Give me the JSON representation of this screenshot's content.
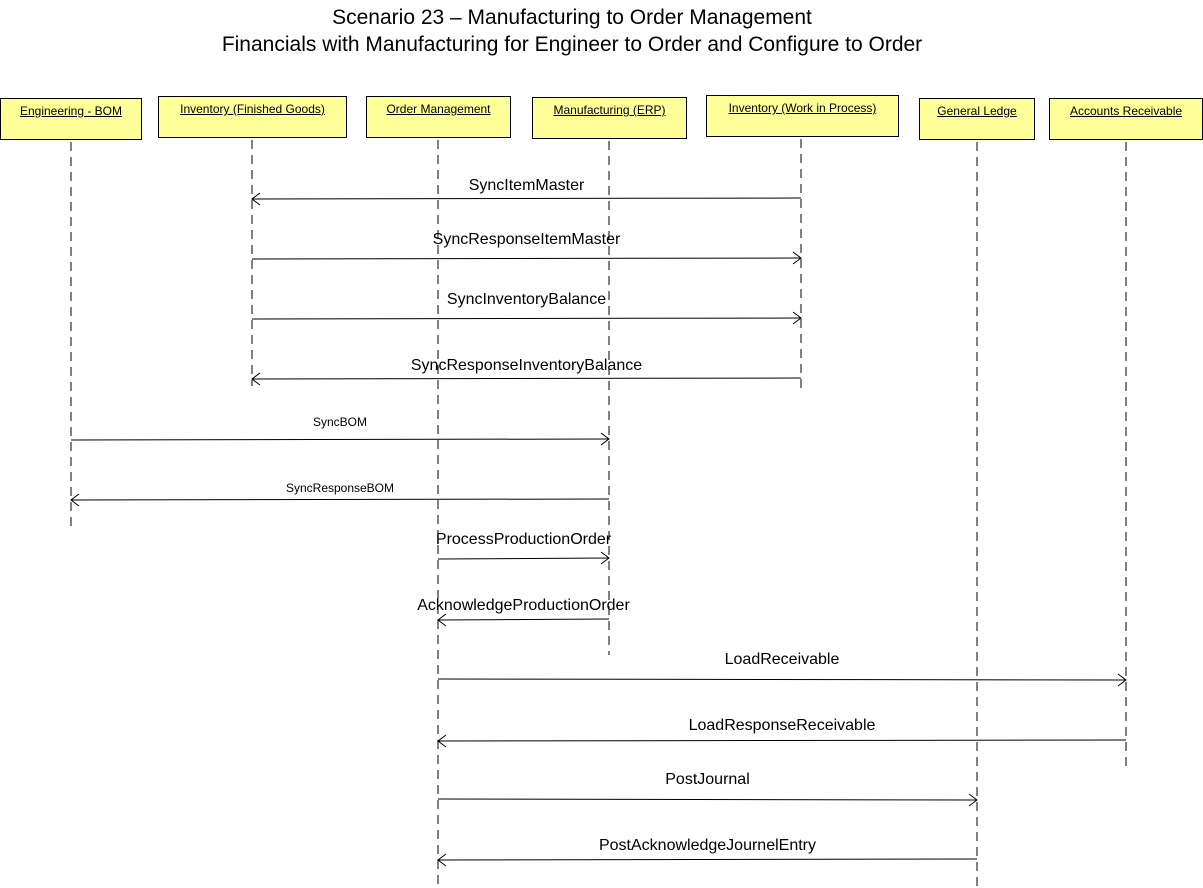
{
  "title": {
    "line1": "Scenario 23 – Manufacturing to Order Management",
    "line2": "Financials with Manufacturing for Engineer to Order and Configure to Order"
  },
  "participants": [
    {
      "id": "eng",
      "label": "Engineering - BOM"
    },
    {
      "id": "invfg",
      "label": "Inventory (Finished Goods)"
    },
    {
      "id": "om",
      "label": "Order Management"
    },
    {
      "id": "mfg",
      "label": "Manufacturing (ERP)"
    },
    {
      "id": "invwip",
      "label": "Inventory (Work in Process)"
    },
    {
      "id": "gl",
      "label": "General Ledge"
    },
    {
      "id": "ar",
      "label": "Accounts Receivable"
    }
  ],
  "messages": [
    {
      "label": "SyncItemMaster",
      "from": "invwip",
      "to": "invfg"
    },
    {
      "label": "SyncResponseItemMaster",
      "from": "invfg",
      "to": "invwip"
    },
    {
      "label": "SyncInventoryBalance",
      "from": "invfg",
      "to": "invwip"
    },
    {
      "label": "SyncResponseInventoryBalance",
      "from": "invwip",
      "to": "invfg"
    },
    {
      "label": "SyncBOM",
      "from": "eng",
      "to": "mfg"
    },
    {
      "label": "SyncResponseBOM",
      "from": "mfg",
      "to": "eng"
    },
    {
      "label": "ProcessProductionOrder",
      "from": "om",
      "to": "mfg"
    },
    {
      "label": "AcknowledgeProductionOrder",
      "from": "mfg",
      "to": "om"
    },
    {
      "label": "LoadReceivable",
      "from": "om",
      "to": "ar"
    },
    {
      "label": "LoadResponseReceivable",
      "from": "ar",
      "to": "om"
    },
    {
      "label": "PostJournal",
      "from": "om",
      "to": "gl"
    },
    {
      "label": "PostAcknowledgeJournelEntry",
      "from": "gl",
      "to": "om"
    }
  ],
  "colors": {
    "box_fill": "#ffff99",
    "line": "#000000"
  }
}
